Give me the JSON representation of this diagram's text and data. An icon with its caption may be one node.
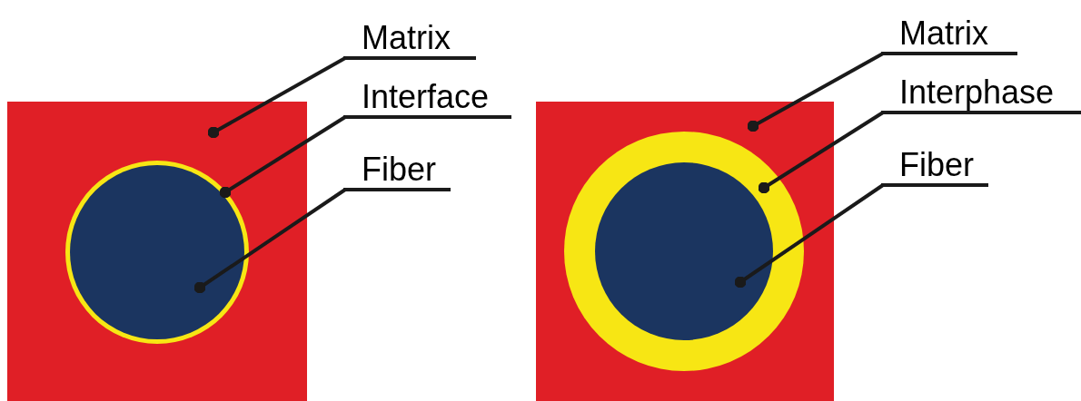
{
  "diagram": {
    "nodes": [
      {
        "text": [],
        "shape": "box"
      },
      {
        "text": [],
        "shape": "circle",
        "in": 0
      },
      {
        "text": [],
        "shape": "circle",
        "in": 1
      },
      {
        "text": [
          "Matrix"
        ]
      },
      {
        "text": [
          "Interface"
        ]
      },
      {
        "text": [
          "Fiber"
        ]
      },
      {
        "text": [],
        "shape": "box"
      },
      {
        "text": [],
        "shape": "circle",
        "in": 6
      },
      {
        "text": [],
        "shape": "circle",
        "in": 7
      },
      {
        "text": [
          "Matrix"
        ]
      },
      {
        "text": [
          "Interphase"
        ]
      },
      {
        "text": [
          "Fiber"
        ]
      }
    ],
    "edges": [
      {
        "from": 3,
        "to": 0,
        "arrow": "other"
      },
      {
        "from": 4,
        "to": 1,
        "arrow": "other"
      },
      {
        "from": 5,
        "to": 2,
        "arrow": "other"
      },
      {
        "from": 9,
        "to": 6,
        "arrow": "other"
      },
      {
        "from": 10,
        "to": 7,
        "arrow": "other"
      },
      {
        "from": 11,
        "to": 8,
        "arrow": "other"
      }
    ]
  }
}
